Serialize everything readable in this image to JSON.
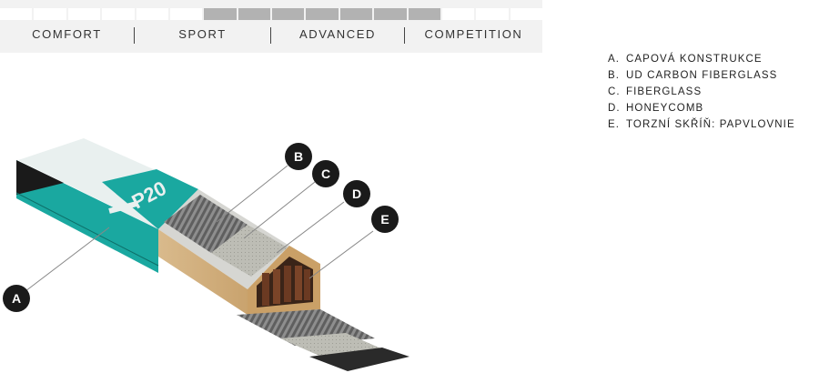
{
  "scale": {
    "levels": [
      "COMFORT",
      "SPORT",
      "ADVANCED",
      "COMPETITION"
    ],
    "segments_total": 16,
    "active_segments": [
      6,
      7,
      8,
      9,
      10,
      11,
      12
    ],
    "active_color": "#b2b2b2"
  },
  "product": {
    "model_text": "P20",
    "accent_color": "#1aa8a0"
  },
  "callouts": [
    "A",
    "B",
    "C",
    "D",
    "E"
  ],
  "legend": [
    {
      "key": "A.",
      "label": "CAPOVÁ KONSTRUKCE"
    },
    {
      "key": "B.",
      "label": "UD CARBON FIBERGLASS"
    },
    {
      "key": "C.",
      "label": "FIBERGLASS"
    },
    {
      "key": "D.",
      "label": "HONEYCOMB"
    },
    {
      "key": "E.",
      "label": "TORZNÍ SKŘÍŇ: PAPVLOVNIE"
    }
  ]
}
